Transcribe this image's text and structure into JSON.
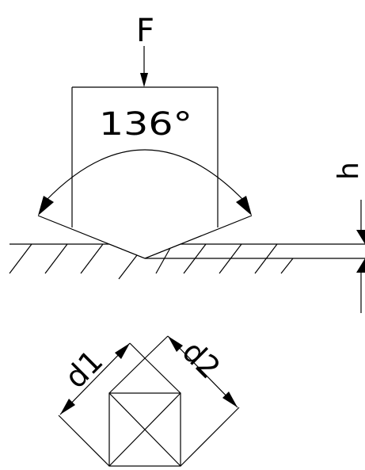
{
  "labels": {
    "force": "F",
    "angle": "136°",
    "depth": "h",
    "diagonal_1": "d1",
    "diagonal_2": "d2"
  },
  "colors": {
    "ink": "#000000",
    "background": "#ffffff"
  }
}
